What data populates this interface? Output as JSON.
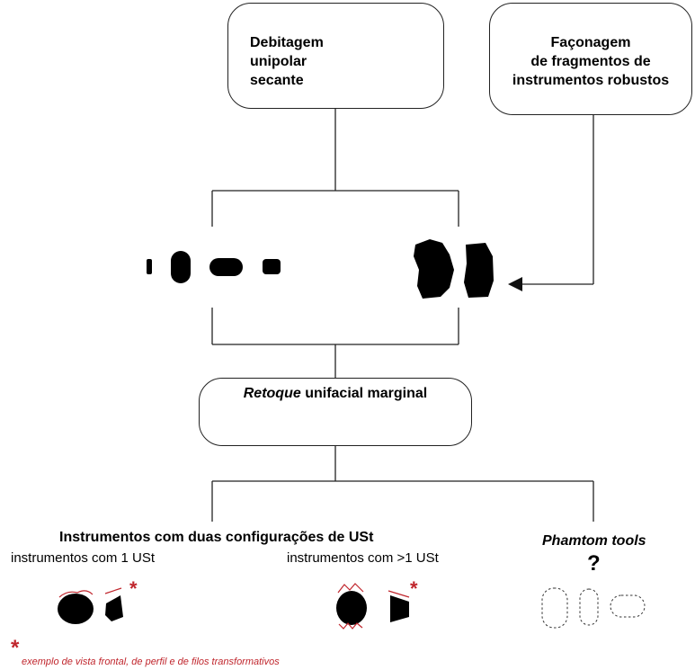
{
  "boxes": {
    "debitagem": [
      "Debitagem",
      "unipolar",
      "secante"
    ],
    "faconagem": [
      "Façonagem",
      "de fragmentos de",
      "instrumentos robustos"
    ],
    "retoque_italic": "Retoque",
    "retoque_rest": " unifacial marginal"
  },
  "groups": {
    "instrumentos_title": "Instrumentos com duas configurações de USt",
    "with_1": "instrumentos com 1 USt",
    "with_more": "instrumentos com >1 USt",
    "phamtom_title": "Phamtom tools",
    "question": "?"
  },
  "note": {
    "star": "*",
    "text": "exemplo de vista frontal, de perfil e de filos transformativos"
  },
  "colors": {
    "accent_red": "#c0262d",
    "ink": "#000000",
    "line": "#222222"
  }
}
